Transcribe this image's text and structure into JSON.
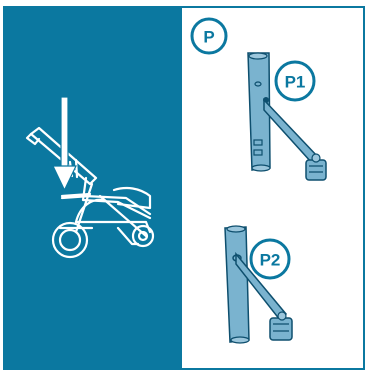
{
  "labels": {
    "p": "P",
    "p1": "P1",
    "p2": "P2"
  },
  "colors": {
    "panel": "#0b78a0",
    "frame": "#0b78a0",
    "part_fill": "#7ab3cf",
    "part_stroke": "#0e4f6e",
    "stroller_line": "#ffffff"
  },
  "icons": [
    "down-arrow-icon",
    "stroller-icon",
    "hinge-bracket-icon"
  ]
}
